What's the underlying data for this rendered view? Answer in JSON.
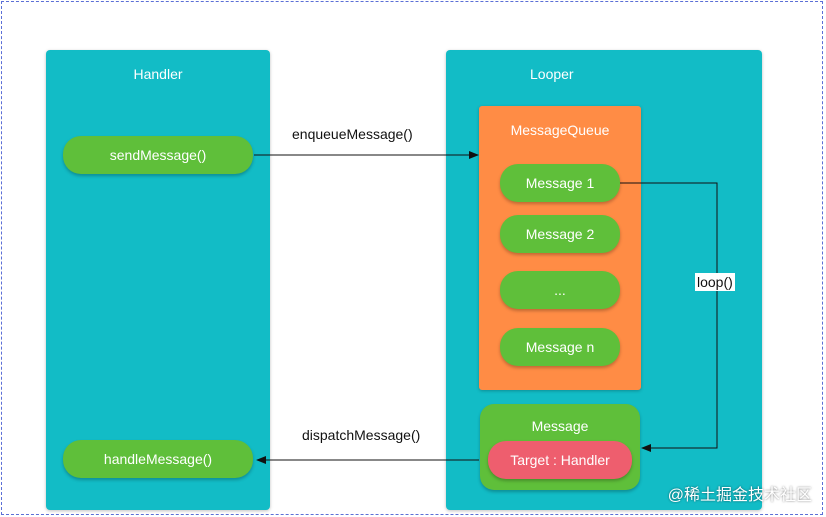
{
  "handler": {
    "title": "Handler",
    "send_label": "sendMessage()",
    "handle_label": "handleMessage()"
  },
  "looper": {
    "title": "Looper",
    "queue": {
      "title": "MessageQueue",
      "items": [
        "Message 1",
        "Message 2",
        "...",
        "Message n"
      ]
    },
    "message": {
      "title": "Message",
      "target": "Target : Handler"
    }
  },
  "edges": {
    "enqueue": "enqueueMessage()",
    "loop": "loop()",
    "dispatch": "dispatchMessage()"
  },
  "watermark": "@稀土掘金技术社区",
  "colors": {
    "panel": "#12bcc6",
    "pill": "#5fbf3a",
    "queue": "#ff8c45",
    "target": "#ee5e6e"
  }
}
